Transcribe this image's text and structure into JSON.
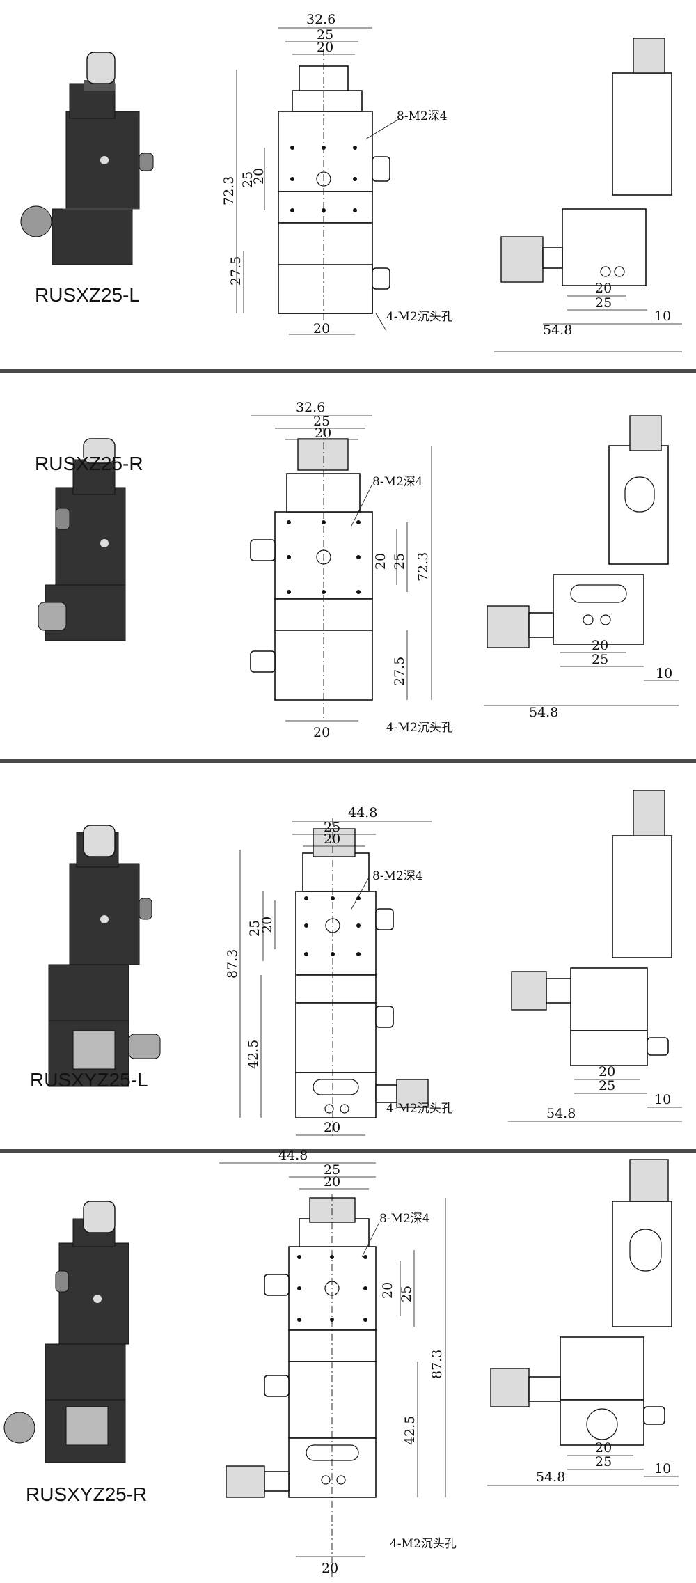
{
  "panels": [
    {
      "model": "RUSXZ25-L",
      "dims": {
        "width_total": "32.6",
        "w25": "25",
        "w20_top": "20",
        "h_total": "72.3",
        "h25": "25",
        "h20": "20",
        "h_lower": "27.5",
        "w20_bottom": "20",
        "side_20": "20",
        "side_25": "25",
        "side_10": "10",
        "side_total": "54.8"
      },
      "notes": {
        "holes_top": "8-M2深4",
        "holes_bottom": "4-M2沉头孔"
      }
    },
    {
      "model": "RUSXZ25-R",
      "dims": {
        "width_total": "32.6",
        "w25": "25",
        "w20_top": "20",
        "h_total": "72.3",
        "h25": "25",
        "h20": "20",
        "h_lower": "27.5",
        "w20_bottom": "20",
        "side_20": "20",
        "side_25": "25",
        "side_10": "10",
        "side_total": "54.8"
      },
      "notes": {
        "holes_top": "8-M2深4",
        "holes_bottom": "4-M2沉头孔"
      }
    },
    {
      "model": "RUSXYZ25-L",
      "dims": {
        "width_total": "44.8",
        "w25": "25",
        "w20_top": "20",
        "h_total": "87.3",
        "h25": "25",
        "h20": "20",
        "h_lower": "42.5",
        "w20_bottom": "20",
        "side_20": "20",
        "side_25": "25",
        "side_10": "10",
        "side_total": "54.8"
      },
      "notes": {
        "holes_top": "8-M2深4",
        "holes_bottom": "4-M2沉头孔"
      }
    },
    {
      "model": "RUSXYZ25-R",
      "dims": {
        "width_total": "44.8",
        "w25": "25",
        "w20_top": "20",
        "h_total": "87.3",
        "h25": "25",
        "h20": "20",
        "h_lower": "42.5",
        "w20_bottom": "20",
        "side_20": "20",
        "side_25": "25",
        "side_10": "10",
        "side_total": "54.8"
      },
      "notes": {
        "holes_top": "8-M2深4",
        "holes_bottom": "4-M2沉头孔"
      }
    }
  ]
}
